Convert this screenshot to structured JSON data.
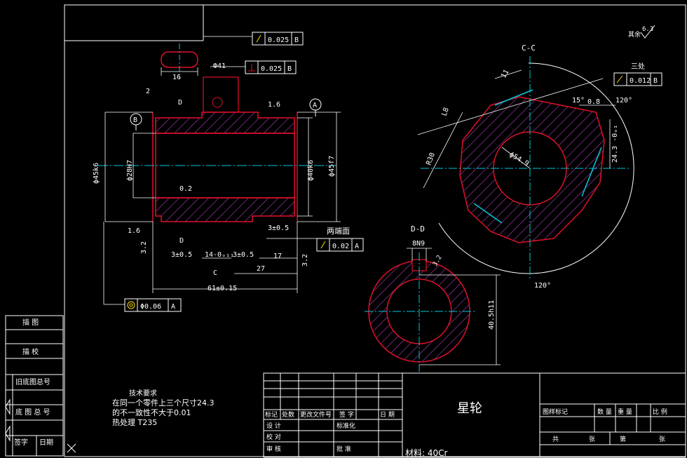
{
  "views": {
    "section_cc": "C-C",
    "section_dd": "D-D"
  },
  "tolerances": {
    "parallel_top": "0.025",
    "perp": "0.025",
    "cc_frame": "0.012",
    "dd_frame": "0.02",
    "concentric": "Φ0.06"
  },
  "datums": {
    "a": "A",
    "b": "B"
  },
  "dims": {
    "key_len": "16",
    "key_off": "2",
    "d_label": "D",
    "c_label": "C",
    "d41": "Ф41",
    "d45k6": "ф45k6",
    "d28h7": "ф28H7",
    "d40k6": "ф40k6",
    "d45f7": "ф45f7",
    "len_61": "61±0.15",
    "len_27": "27",
    "len_17": "17",
    "len_14": "14-0ₒ₁₁",
    "len_3a": "3±0.5",
    "len_3b": "3±0.5",
    "len_3c": "3±0.5",
    "rough_16a": "1.6",
    "rough_16b": "1.6",
    "rough_32a": "3.2",
    "rough_32b": "3.2",
    "rough_32c": "3.2",
    "rough_08": "0.8",
    "rough_02": "0.2",
    "both_ends": "两端面",
    "three_places": "三处",
    "cc_11": "11",
    "cc_15": "15°",
    "cc_120a": "120°",
    "cc_120b": "120°",
    "cc_l8": "L8",
    "cc_r30": "R30",
    "cc_d54": "ф54.9",
    "cc_243": "24.3 -0ₒ₁",
    "dd_8n9": "8N9",
    "dd_405": "40.5h11",
    "remaining": "其余",
    "rough_63": "6.3"
  },
  "notes": {
    "title": "技术要求",
    "line1": "在同一个零件上三个尺寸24.3",
    "line2": "的不一致性不大于0.01",
    "line3": "热处理 T235"
  },
  "left_strip": {
    "r1": "描    图",
    "r2": "描    校",
    "r3": "旧底图总号",
    "r4": "底 图 总 号",
    "r5a": "签字",
    "r5b": "日期"
  },
  "title_block": {
    "part_name": "星轮",
    "material": "材料: 40Cr",
    "h_mark": "标记",
    "h_count": "处数",
    "h_doc": "更改文件号",
    "h_sign": "签    字",
    "h_date": "日  期",
    "design": "设  计",
    "std": "标准化",
    "check": "校  对",
    "review": "审  核",
    "approve": "批  准",
    "stage": "图样标记",
    "weight": "数  量",
    "mass": "重  量",
    "scale": "比  例",
    "total": "共",
    "sheet": "张",
    "page": "第",
    "page_unit": "张"
  }
}
